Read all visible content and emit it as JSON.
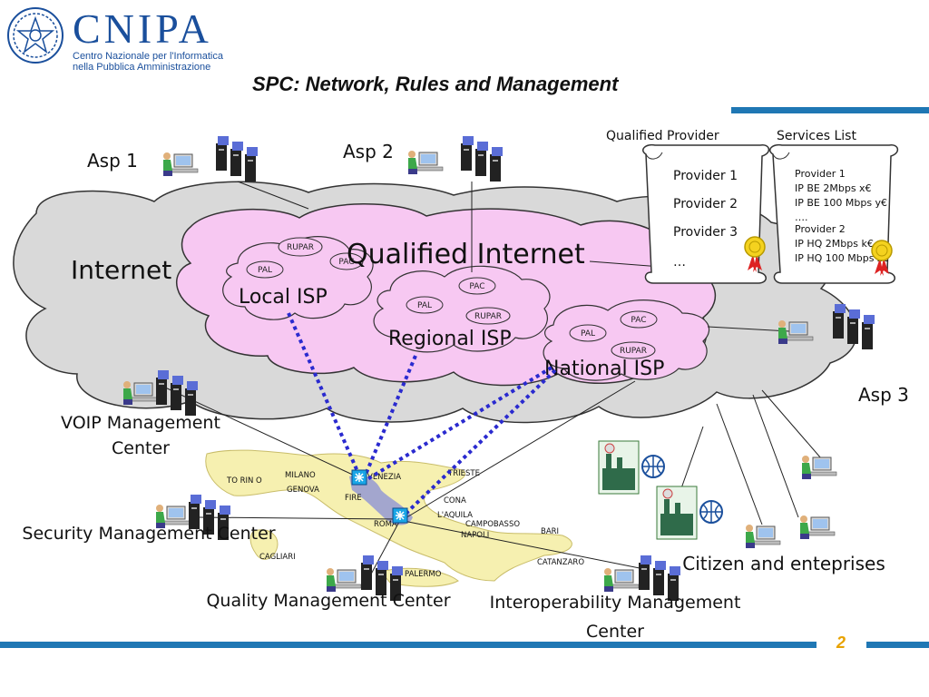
{
  "header": {
    "logo_name": "CNIPA",
    "logo_line1": "Centro Nazionale per l'Informatica",
    "logo_line2": "nella Pubblica Amministrazione",
    "title": "SPC: Network, Rules and Management"
  },
  "clouds": {
    "internet": "Internet",
    "qualified_internet": "Qualified Internet",
    "local_isp": "Local ISP",
    "regional_isp": "Regional ISP",
    "national_isp": "National ISP",
    "rupar": "RUPAR",
    "pal": "PAL",
    "pac": "PAC"
  },
  "asps": {
    "asp1": "Asp 1",
    "asp2": "Asp 2",
    "asp3": "Asp 3"
  },
  "scrolls": {
    "qualified_provider_title": "Qualified Provider",
    "services_list_title": "Services List",
    "providers": [
      "Provider 1",
      "Provider 2",
      "Provider 3",
      "…"
    ],
    "services": [
      "Provider 1",
      "IP BE 2Mbps x€",
      "IP BE 100 Mbps y€",
      "….",
      "Provider 2",
      "IP  HQ 2Mbps k€",
      "IP HQ 100 Mbps z€"
    ]
  },
  "centers": {
    "voip_line1": "VOIP Management",
    "voip_line2": "Center",
    "security": "Security Management Center",
    "quality": "Quality Management Center",
    "interop_line1": "Interoperability Management",
    "interop_line2": "Center",
    "citizen": "Citizen and enteprises"
  },
  "map_cities": {
    "torino": "TO RIN O",
    "milano": "MILANO",
    "genova": "GENOVA",
    "venezia": "VENEZIA",
    "trieste": "TRIESTE",
    "firenze": "FIRE",
    "ancona": "CONA",
    "roma": "ROMA",
    "laquila": "L'AQUILA",
    "campobasso": "CAMPOBASSO",
    "napoli": "NAPOLI",
    "bari": "BARI",
    "cagliari": "CAGLIARI",
    "palermo": "PALERMO",
    "catanzaro": "CATANZARO"
  },
  "footer": {
    "page": "2"
  },
  "colors": {
    "brand_blue": "#1a4f9c",
    "rule_blue": "#1f77b4",
    "internet_cloud": "#d9d9d9",
    "qualified_cloud": "#f7c8f2",
    "dotted_link": "#2a2acf",
    "map_land": "#f6f0b0"
  }
}
